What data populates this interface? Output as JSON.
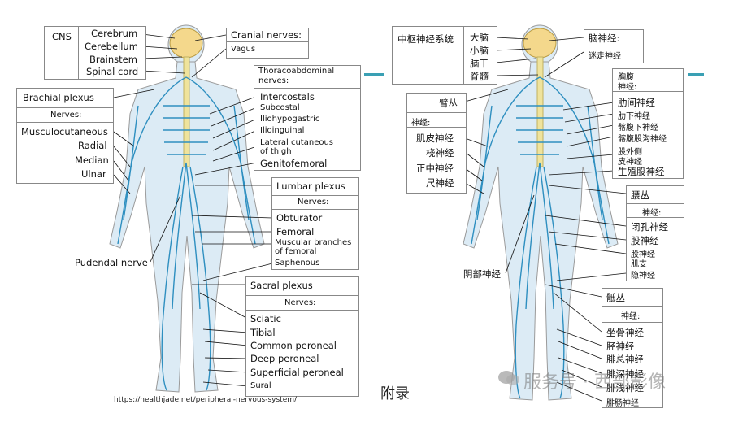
{
  "left": {
    "cns_title": "CNS",
    "cns_items": [
      "Cerebrum",
      "Cerebellum",
      "Brainstem",
      "Spinal cord"
    ],
    "cranial_title": "Cranial nerves:",
    "cranial_items": [
      "Vagus"
    ],
    "thoraco_title_1": "Thoracoabdominal",
    "thoraco_title_2": "nerves:",
    "thoraco_items": [
      "Intercostals",
      "Subcostal",
      "Iliohypogastric",
      "Ilioinguinal",
      "Lateral cutaneous",
      "of thigh",
      "Genitofemoral"
    ],
    "brachial_title": "Brachial plexus",
    "brachial_nerves_hdr": "Nerves:",
    "brachial_items": [
      "Musculocutaneous",
      "Radial",
      "Median",
      "Ulnar"
    ],
    "lumbar_title": "Lumbar plexus",
    "lumbar_nerves_hdr": "Nerves:",
    "lumbar_items": [
      "Obturator",
      "Femoral",
      "Muscular branches",
      "of femoral",
      "Saphenous"
    ],
    "pudendal": "Pudendal nerve",
    "sacral_title": "Sacral plexus",
    "sacral_nerves_hdr": "Nerves:",
    "sacral_items": [
      "Sciatic",
      "Tibial",
      "Common peroneal",
      "Deep peroneal",
      "Superficial peroneal",
      "Sural"
    ],
    "source": "https://healthjade.net/peripheral-nervous-system/"
  },
  "right": {
    "cns_title": "中枢神经系统",
    "cns_items": [
      "大脑",
      "小脑",
      "脑干",
      "脊髓"
    ],
    "cranial_title": "脑神经:",
    "cranial_items": [
      "迷走神经"
    ],
    "thoraco_title_1": "胸腹",
    "thoraco_title_2": "神经:",
    "thoraco_items": [
      "肋间神经",
      "肋下神经",
      "髂腹下神经",
      "髂腹股沟神经",
      "股外侧",
      "皮神经",
      "生殖股神经"
    ],
    "brachial_title": "臂丛",
    "brachial_nerves_hdr": "神经:",
    "brachial_items": [
      "肌皮神经",
      "桡神经",
      "正中神经",
      "尺神经"
    ],
    "lumbar_title": "腰丛",
    "lumbar_nerves_hdr": "神经:",
    "lumbar_items": [
      "闭孔神经",
      "股神经",
      "股神经",
      "肌支",
      "隐神经"
    ],
    "pudendal": "阴部神经",
    "sacral_title": "骶丛",
    "sacral_nerves_hdr": "神经:",
    "sacral_items": [
      "坐骨神经",
      "胫神经",
      "腓总神经",
      "腓深神经",
      "腓浅神经",
      "腓肠神经"
    ]
  },
  "appendix": "附录",
  "watermark": "服务号 · 西部影像",
  "colors": {
    "nerve": "#2e8fc0",
    "body": "#d6ecf7",
    "skin": "#cfe3ef",
    "outline": "#8a8a8a",
    "spine": "#f0e6a0",
    "brain": "#f5d58a",
    "teal": "#3aa0b4"
  }
}
